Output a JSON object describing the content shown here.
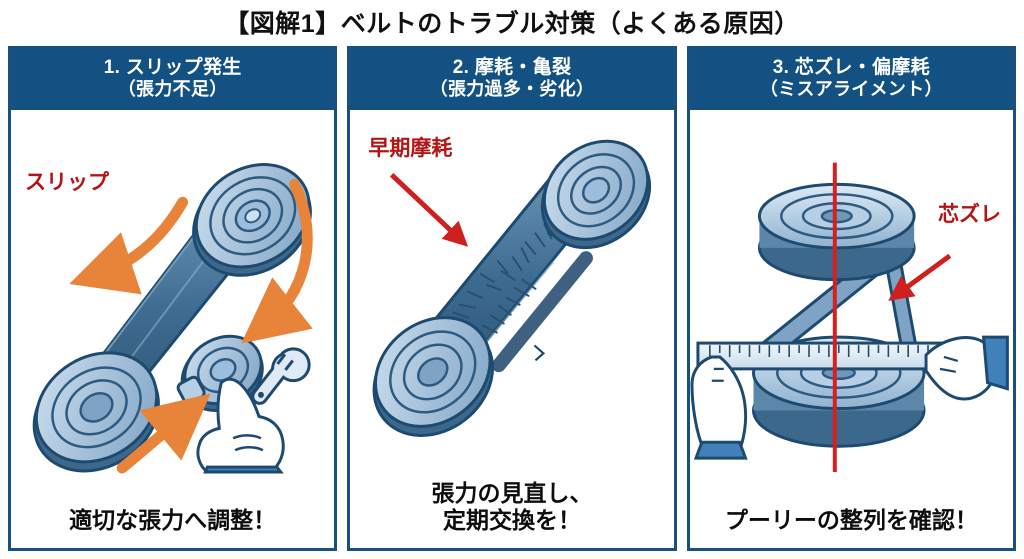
{
  "title": "【図解1】ベルトのトラブル対策（よくある原因）",
  "colors": {
    "header_bg": "#125182",
    "panel_border": "#19507f",
    "belt_blue": "#4f7fa3",
    "pulley_light": "#a8c4dc",
    "pulley_dark": "#1d4a6e",
    "arrow_orange": "#e8833a",
    "annotation_red": "#b41414",
    "centerline_red": "#d81e1e",
    "caption_black": "#0d0d0d",
    "page_bg": "#ffffff"
  },
  "panels": [
    {
      "id": "slip",
      "head_line1": "1. スリップ発生",
      "head_line2": "（張力不足）",
      "annotation": "スリップ",
      "caption_line1": "適切な張力へ調整！",
      "caption_line2": "",
      "icons": [
        "pulley-large",
        "pulley-small",
        "belt",
        "tensioner-pulley",
        "wrench-icon",
        "pointing-hand-icon",
        "motion-arrow"
      ],
      "arrow_count": 3
    },
    {
      "id": "wear-crack",
      "head_line1": "2. 摩耗・亀裂",
      "head_line2": "（張力過多・劣化）",
      "annotation": "早期摩耗",
      "caption_line1": "張力の見直し、",
      "caption_line2": "定期交換を！",
      "icons": [
        "pulley-large",
        "pulley-small",
        "frayed-belt",
        "crack-marks",
        "annotation-arrow"
      ],
      "arrow_count": 1
    },
    {
      "id": "misalignment",
      "head_line1": "3. 芯ズレ・偏摩耗",
      "head_line2": "（ミスアライメント）",
      "annotation": "芯ズレ",
      "caption_line1": "プーリーの整列を確認！",
      "caption_line2": "",
      "icons": [
        "pulley-top",
        "pulley-bottom",
        "twisted-belt",
        "centerline",
        "ruler-icon",
        "hand-left-icon",
        "hand-right-icon",
        "annotation-arrow"
      ],
      "arrow_count": 1
    }
  ]
}
